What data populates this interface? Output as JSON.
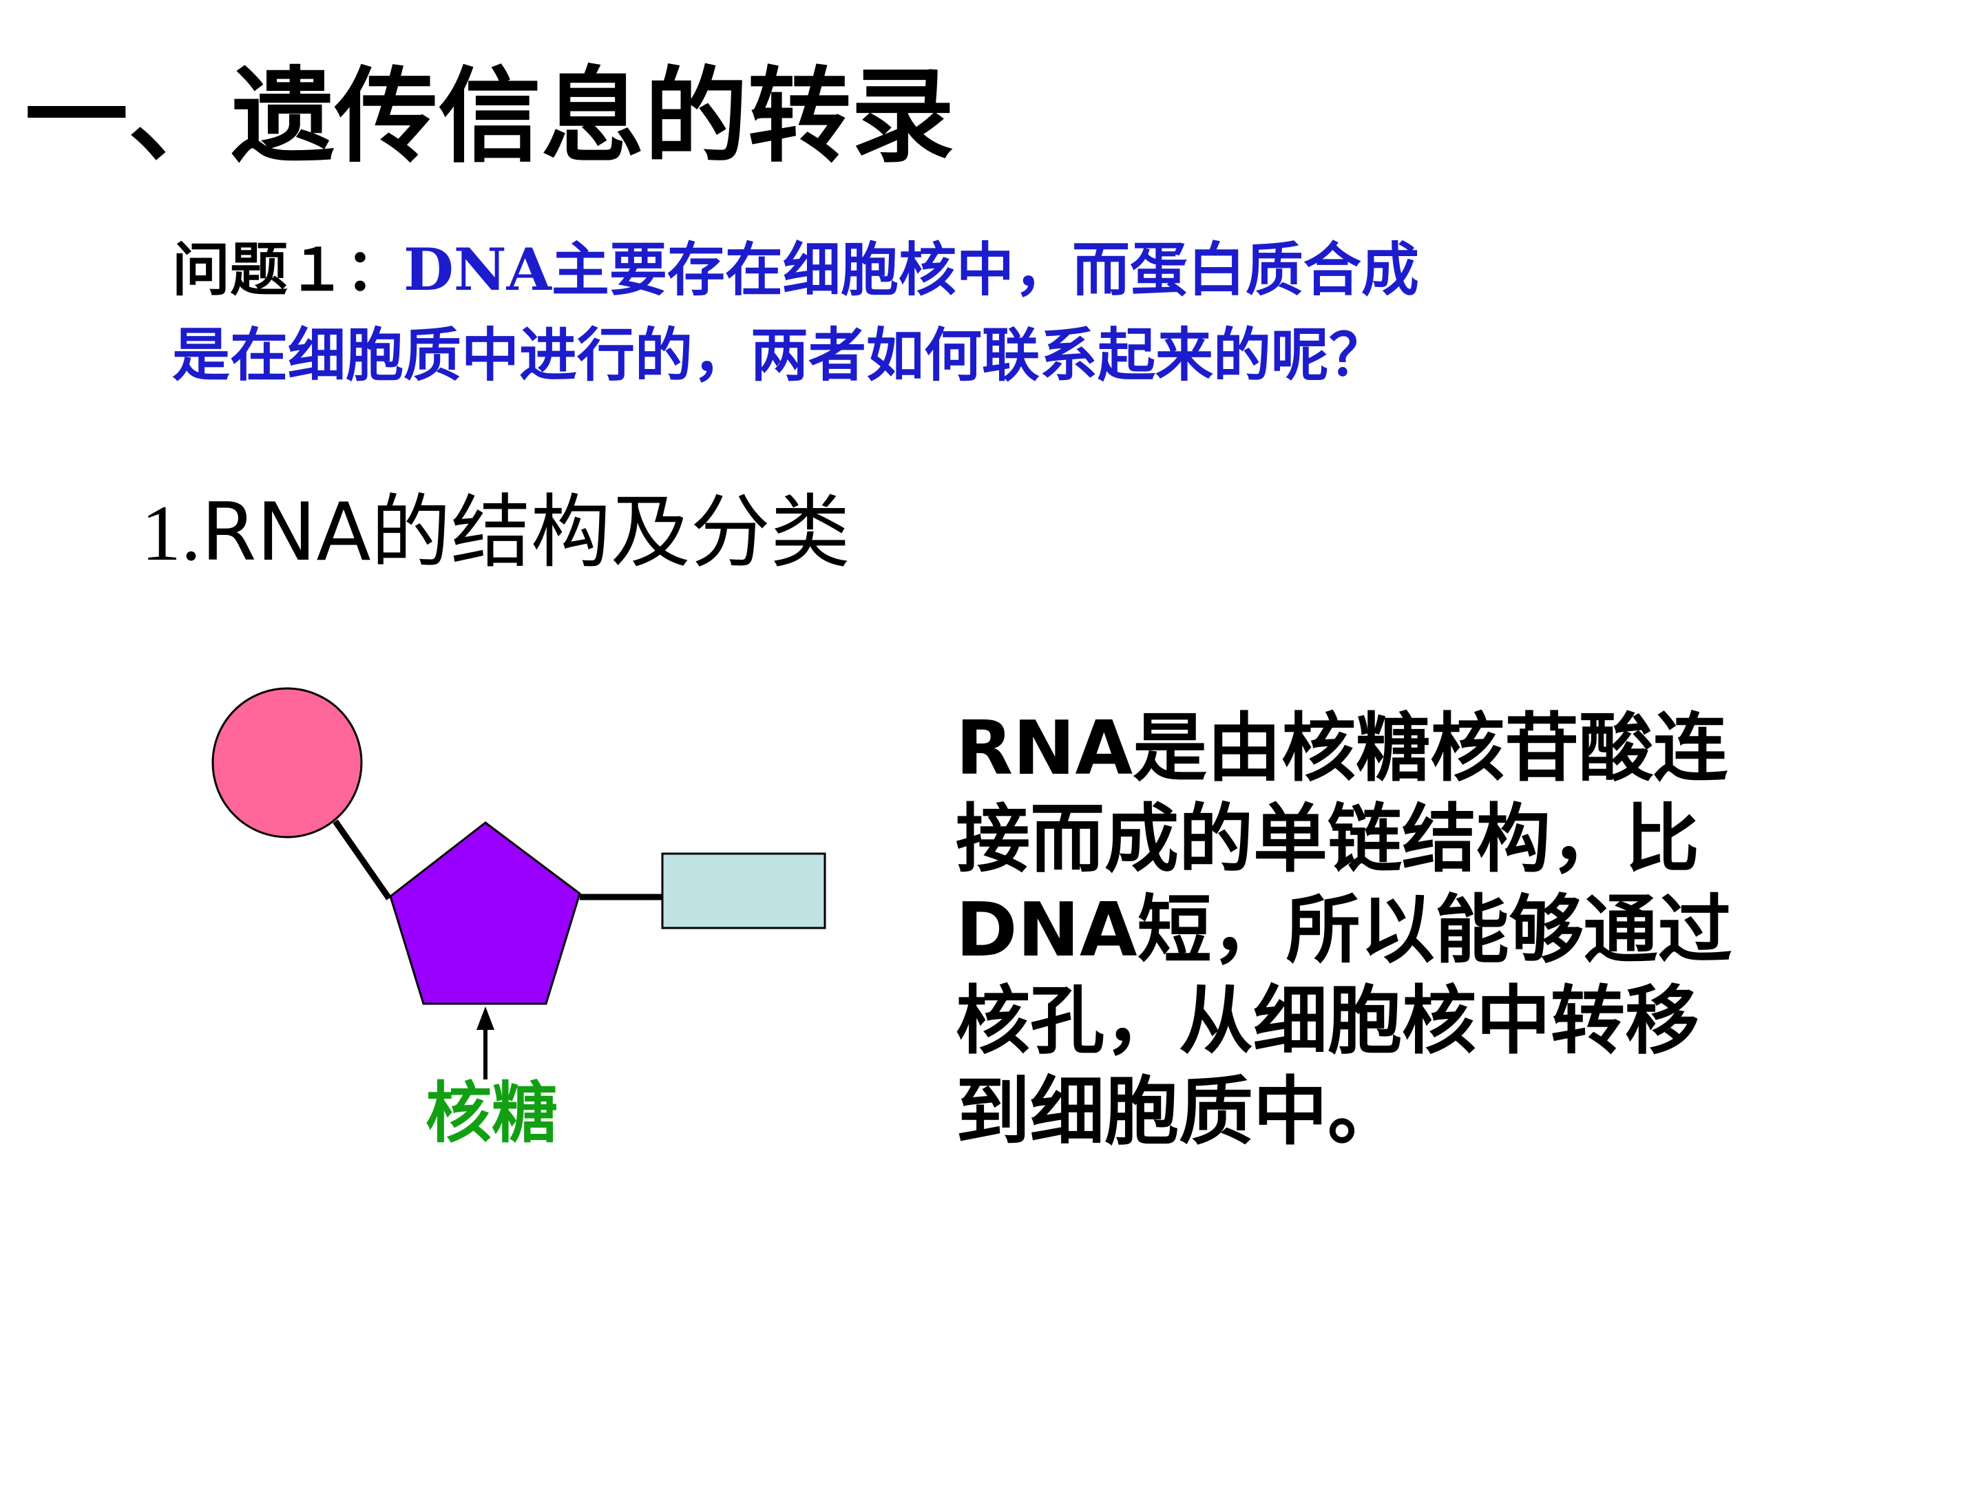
{
  "title": "一、遗传信息的转录",
  "question": {
    "label": "问题１：",
    "line1": "DNA主要存在细胞核中，而蛋白质合成",
    "line2": "是在细胞质中进行的，两者如何联系起来的呢？"
  },
  "subheading": {
    "number": "1.",
    "text": "RNA的结构及分类"
  },
  "diagram": {
    "sugar_label": "核糖",
    "phosphate_color": "#ff6699",
    "sugar_color": "#9900ff",
    "base_color": "#bfe2e3",
    "label_color": "#12a012"
  },
  "description": {
    "lines": [
      "RNA是由核糖核苷酸连",
      "接而成的单链结构，比",
      "DNA短，所以能够通过",
      "核孔，从细胞核中转移",
      "到细胞质中。"
    ]
  }
}
